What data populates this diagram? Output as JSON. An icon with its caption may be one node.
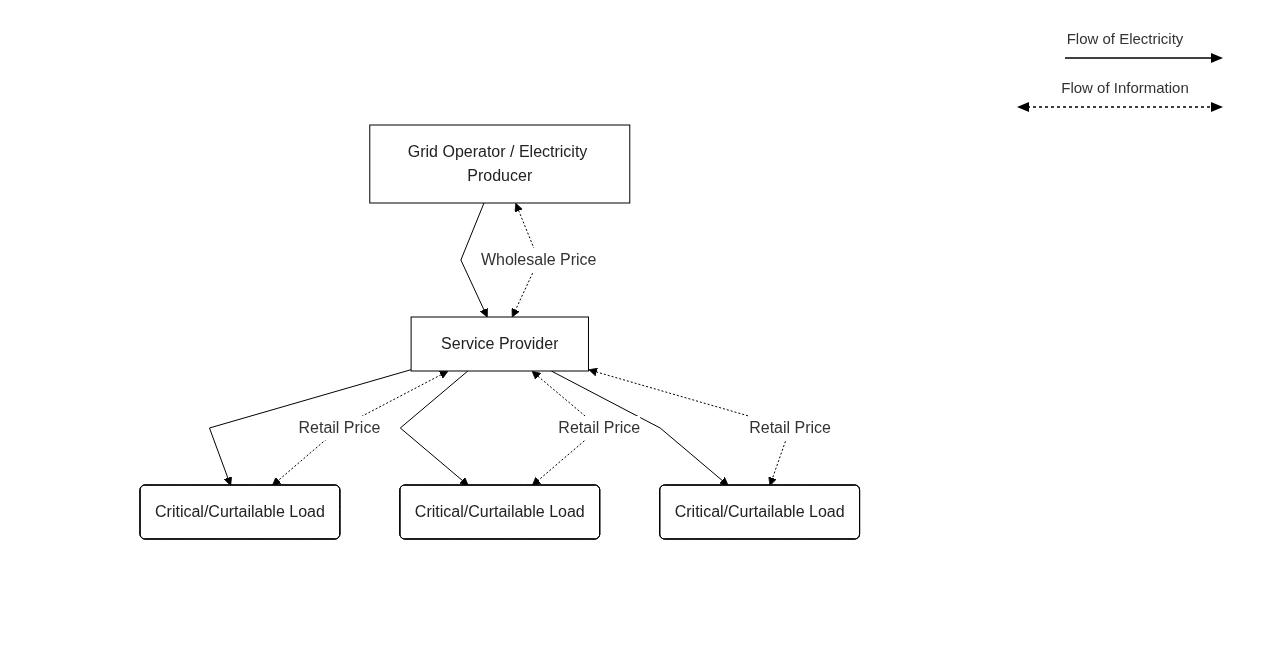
{
  "diagram": {
    "nodes": [
      {
        "text": [
          "Grid Operator / Electricity Producer"
        ]
      },
      {
        "text": [
          "Service Provider"
        ]
      },
      {
        "text": [
          "Critical/Curtailable Load"
        ]
      },
      {
        "text": [
          "Critical/Curtailable Load"
        ]
      },
      {
        "text": [
          "Critical/Curtailable Load"
        ]
      }
    ],
    "edges": [
      {
        "from": 0,
        "to": 1,
        "arrow": "to"
      },
      {
        "from": 0,
        "to": 1,
        "arrow": "both",
        "style": "dashed",
        "label": "Wholesale Price"
      },
      {
        "from": 1,
        "to": 2,
        "arrow": "to"
      },
      {
        "from": 1,
        "to": 3,
        "arrow": "to"
      },
      {
        "from": 1,
        "to": 4,
        "arrow": "to"
      },
      {
        "from": 1,
        "to": 2,
        "arrow": "both",
        "style": "dashed",
        "label": "Retail Price"
      },
      {
        "from": 1,
        "to": 3,
        "arrow": "both",
        "style": "dashed",
        "label": "Retail Price"
      },
      {
        "from": 1,
        "to": 4,
        "arrow": "both",
        "style": "dashed",
        "label": "Retail Price"
      }
    ],
    "legend": [
      {
        "text": "Flow of Electricity"
      },
      {
        "text": "Flow of Information"
      }
    ]
  }
}
